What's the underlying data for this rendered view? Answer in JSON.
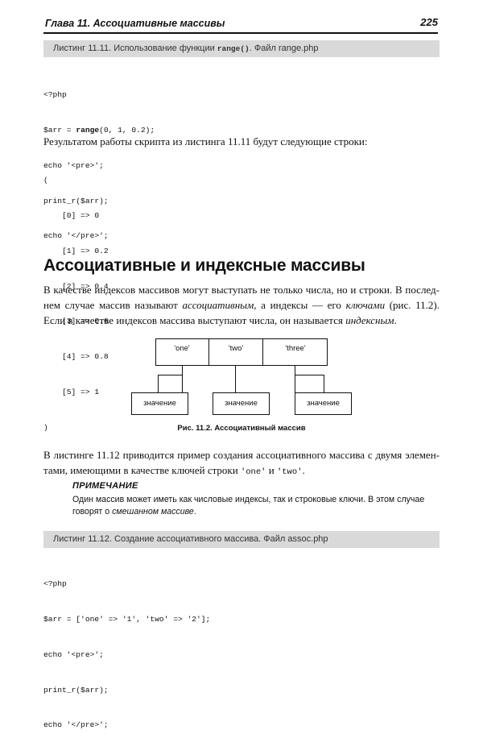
{
  "header": {
    "chapter": "Глава 11. Ассоциативные массивы",
    "page_number": "225"
  },
  "listing1": {
    "title_prefix": "Листинг 11.11. Использование функции ",
    "title_func": "range()",
    "title_suffix": ". Файл range.php",
    "code": [
      "<?php",
      "$arr = range(0, 1, 0.2);",
      "echo '<pre>';",
      "print_r($arr);",
      "echo '</pre>';"
    ]
  },
  "result_text": "Результатом работы скрипта из листинга 11.11 будут следующие строки:",
  "output": [
    "(",
    "    [0] => 0",
    "    [1] => 0.2",
    "    [2] => 0.4",
    "    [3] => 0.6",
    "    [4] => 0.8",
    "    [5] => 1",
    ")"
  ],
  "section_title": "Ассоциативные и индексные массивы",
  "para1": {
    "part1": "В качестве индексов массивов могут выступать не только числа, но и строки. В послед­нем случае массив называют ",
    "em1": "ассоциативным",
    "part2": ", а индексы — его ",
    "em2": "ключами",
    "part3": " (рис. 11.2). Если в качестве индексов массива выступают числа, он называется ",
    "em3": "индексным",
    "part4": "."
  },
  "figure": {
    "keys": [
      "'one'",
      "'two'",
      "'three'"
    ],
    "values": [
      "значение",
      "значение",
      "значение"
    ],
    "caption": "Рис. 11.2. Ассоциативный массив"
  },
  "para2": {
    "part1": "В листинге 11.12 приводится пример создания ассоциативного массива с двумя элемен­тами, имеющими в качестве ключей строки ",
    "code1": "'one'",
    "part2": " и ",
    "code2": "'two'",
    "part3": "."
  },
  "note": {
    "title": "ПРИМЕЧАНИЕ",
    "text": "Один массив может иметь как числовые индексы, так и строковые ключи. В этом случае говорят о ",
    "em": "смешанном массиве",
    "end": "."
  },
  "listing2": {
    "title": "Листинг 11.12. Создание ассоциативного массива. Файл assoc.php",
    "code": [
      "<?php",
      "$arr = ['one' => '1', 'two' => '2'];",
      "echo '<pre>';",
      "print_r($arr);",
      "echo '</pre>';"
    ]
  }
}
